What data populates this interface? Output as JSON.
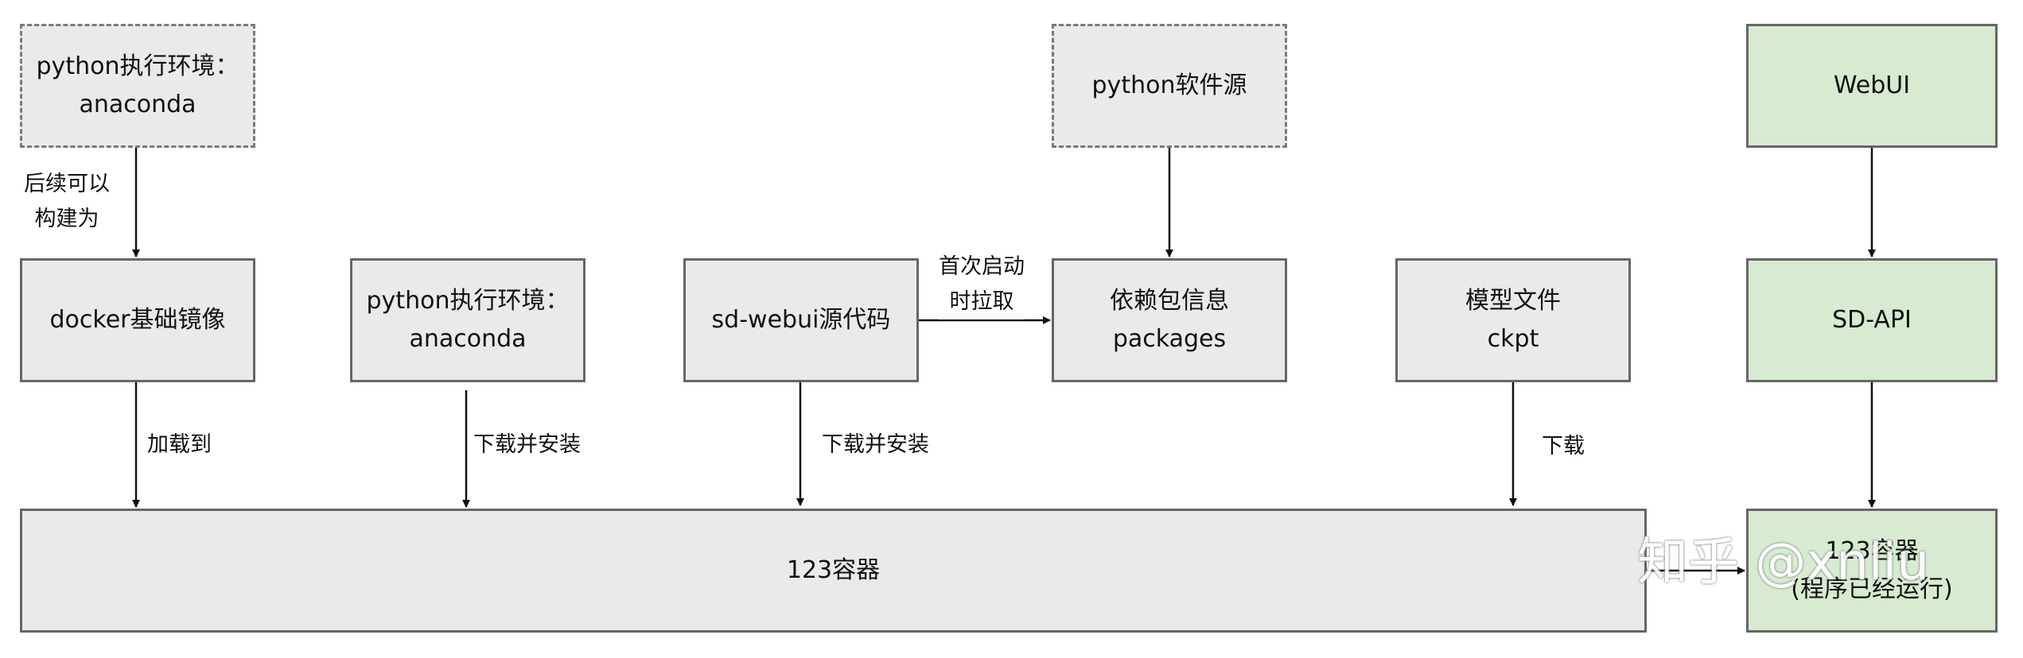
{
  "nodes": {
    "python_env_top": [
      "python执行环境：",
      "anaconda"
    ],
    "python_source": [
      "python软件源"
    ],
    "webui": [
      "WebUI"
    ],
    "docker_base": [
      "docker基础镜像"
    ],
    "python_env": [
      "python执行环境：",
      "anaconda"
    ],
    "sd_webui_src": [
      "sd-webui源代码"
    ],
    "dependencies": [
      "依赖包信息",
      "packages"
    ],
    "model_files": [
      "模型文件",
      "ckpt"
    ],
    "sd_api": [
      "SD-API"
    ],
    "container": [
      "123容器"
    ],
    "container_running": [
      "123容器",
      "(程序已经运行)"
    ]
  },
  "edge_labels": {
    "build_as": [
      "后续可以",
      "构建为"
    ],
    "pull_on_start": [
      "首次启动",
      "时拉取"
    ],
    "load_to": [
      "加载到"
    ],
    "download_install_1": [
      "下载并安装"
    ],
    "download_install_2": [
      "下载并安装"
    ],
    "download": [
      "下载"
    ]
  },
  "watermark": "知乎 @xnliu",
  "colors": {
    "gray_fill": "#eaeaea",
    "green_fill": "#d6ebd0",
    "border": "#666666",
    "edge": "#111111"
  }
}
